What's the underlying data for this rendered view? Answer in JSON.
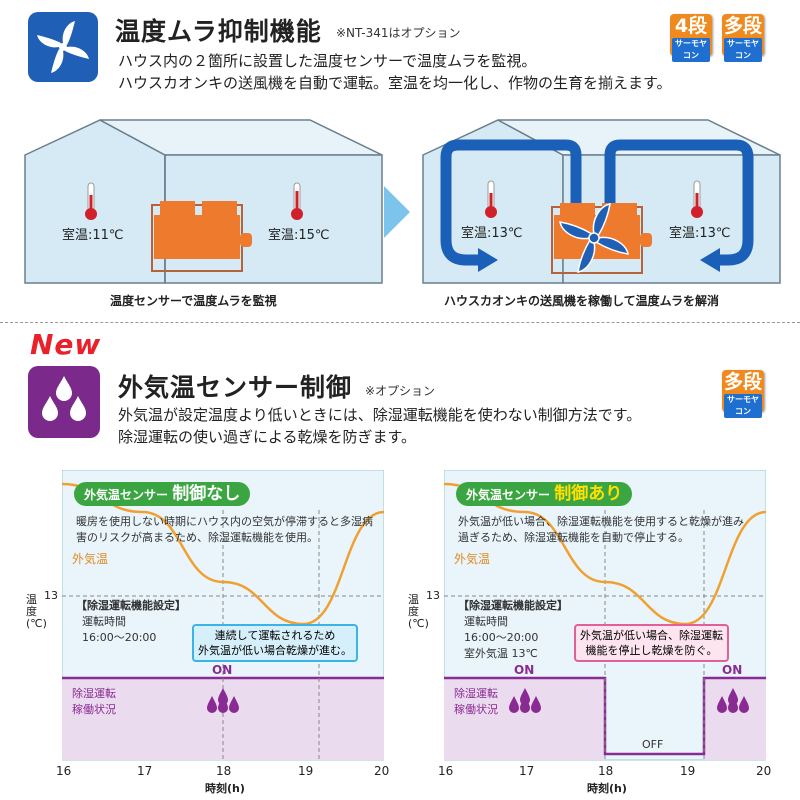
{
  "section1": {
    "title": "温度ムラ抑制機能",
    "note": "※NT-341はオプション",
    "desc_line1": "ハウス内の２箇所に設置した温度センサーで温度ムラを監視。",
    "desc_line2": "ハウスカオンキの送風機を自動で運転。室温を均一化し、作物の生育を揃えます。",
    "badges": [
      {
        "big": "4段",
        "small": "サーモヤコン"
      },
      {
        "big": "多段",
        "small": "サーモヤコン"
      }
    ],
    "left_house": {
      "temp_left": "室温:11℃",
      "temp_right": "室温:15℃",
      "caption": "温度センサーで温度ムラを監視"
    },
    "right_house": {
      "temp_left": "室温:13℃",
      "temp_right": "室温:13℃",
      "caption": "ハウスカオンキの送風機を稼働して温度ムラを解消"
    }
  },
  "section2": {
    "new_label": "New",
    "title": "外気温センサー制御",
    "note": "※オプション",
    "desc_line1": "外気温が設定温度より低いときには、除湿運転機能を使わない制御方法です。",
    "desc_line2": "除湿運転の使い過ぎによる乾燥を防ぎます。",
    "badge": {
      "big": "多段",
      "small": "サーモヤコン"
    }
  },
  "charts": {
    "left": {
      "tag_prefix": "外気温センサー",
      "tag_highlight": "制御なし",
      "text_line1": "暖房を使用しない時期にハウス内の空気が停滞すると多湿病",
      "text_line2": "害のリスクが高まるため、除湿運転機能を使用。",
      "series_label": "外気温",
      "settings_title": "【除湿運転機能設定】",
      "settings_line1": "運転時間",
      "settings_line2": "16:00〜20:00",
      "callout_line1": "連続して運転されるため",
      "callout_line2": "外気温が低い場合乾燥が進む。",
      "on_label": "ON",
      "status_line1": "除湿運転",
      "status_line2": "稼働状況"
    },
    "right": {
      "tag_prefix": "外気温センサー",
      "tag_highlight": "制御あり",
      "text_line1": "外気温が低い場合、除湿運転機能を使用すると乾燥が進み",
      "text_line2": "過ぎるため、除湿運転機能を自動で停止する。",
      "series_label": "外気温",
      "settings_title": "【除湿運転機能設定】",
      "settings_line1": "運転時間",
      "settings_line2": "16:00〜20:00",
      "settings_line3": "室外気温 13℃",
      "callout_line1": "外気温が低い場合、除湿運転",
      "callout_line2": "機能を停止し乾燥を防ぐ。",
      "on_label1": "ON",
      "on_label2": "ON",
      "off_label": "OFF",
      "status_line1": "除湿運転",
      "status_line2": "稼働状況"
    },
    "y_label": "温度(℃)",
    "x_label": "時刻(h)",
    "y_tick": "13",
    "x_ticks": [
      "16",
      "17",
      "18",
      "19",
      "20"
    ]
  },
  "chart_data": [
    {
      "type": "line",
      "series": [
        {
          "name": "外気温",
          "x": [
            16,
            17,
            18,
            19,
            20
          ],
          "y": [
            13.8,
            13.6,
            13.1,
            12.8,
            13.6
          ]
        }
      ],
      "xlabel": "時刻(h)",
      "ylabel": "温度(℃)",
      "xlim": [
        16,
        20
      ],
      "dehumidifier_on": [
        [
          16,
          20
        ]
      ]
    },
    {
      "type": "line",
      "series": [
        {
          "name": "外気温",
          "x": [
            16,
            17,
            18,
            19,
            20
          ],
          "y": [
            13.8,
            13.6,
            13.1,
            12.8,
            13.6
          ]
        }
      ],
      "xlabel": "時刻(h)",
      "ylabel": "温度(℃)",
      "xlim": [
        16,
        20
      ],
      "dehumidifier_on": [
        [
          16,
          18
        ],
        [
          19.2,
          20
        ]
      ],
      "dehumidifier_off": [
        [
          18,
          19.2
        ]
      ]
    }
  ],
  "colors": {
    "icon_blue": "#1f5fb5",
    "icon_purple": "#7b2a8c",
    "house_fill": "#d6eaf5",
    "heater": "#ee7a2e",
    "arrow_blue": "#1a5fb8",
    "chart_bg": "#e9f5fb",
    "chart_purple": "#8a2a93",
    "curve_orange": "#f0a030",
    "tag_green": "#3aa541"
  }
}
